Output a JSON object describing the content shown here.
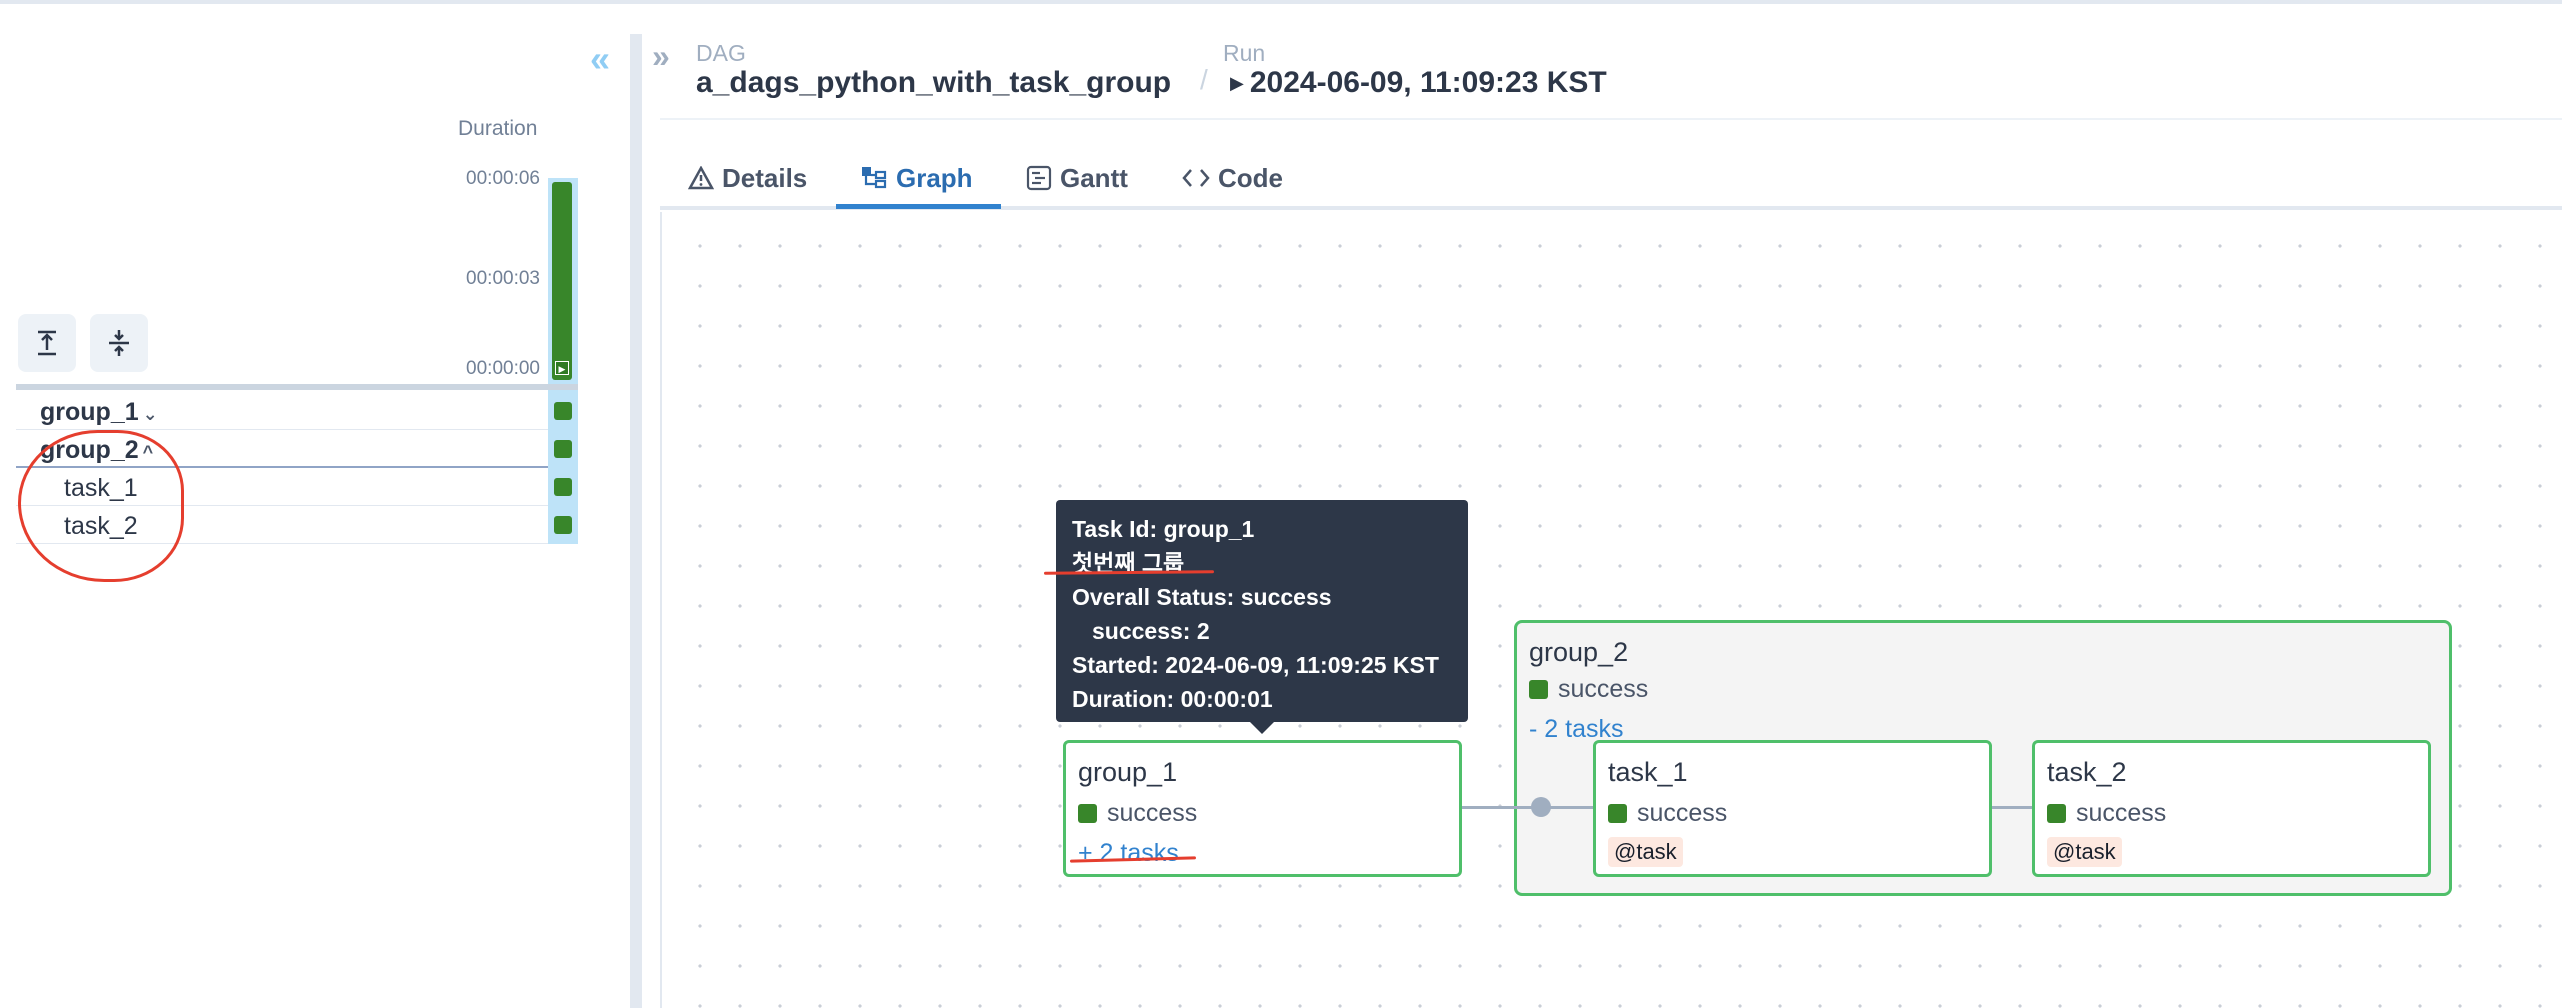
{
  "grid": {
    "duration_label": "Duration",
    "duration_ticks": [
      "00:00:06",
      "00:00:03",
      "00:00:00"
    ],
    "rows": [
      {
        "label": "group_1",
        "chevron": "⌄"
      },
      {
        "label": "group_2",
        "chevron": "^"
      },
      {
        "label": "task_1"
      },
      {
        "label": "task_2"
      }
    ]
  },
  "header": {
    "dag_label": "DAG",
    "dag_name": "a_dags_python_with_task_group",
    "separator": "/",
    "run_label": "Run",
    "run_name": "2024-06-09, 11:09:23 KST"
  },
  "tabs": [
    {
      "label": "Details",
      "icon": "warning-triangle-icon"
    },
    {
      "label": "Graph",
      "icon": "graph-icon",
      "active": true
    },
    {
      "label": "Gantt",
      "icon": "gantt-icon"
    },
    {
      "label": "Code",
      "icon": "code-icon"
    }
  ],
  "graph": {
    "group_1": {
      "title": "group_1",
      "status": "success",
      "link": "+ 2 tasks"
    },
    "group_2": {
      "title": "group_2",
      "status": "success",
      "link": "- 2 tasks"
    },
    "task_1": {
      "title": "task_1",
      "status": "success",
      "operator": "@task"
    },
    "task_2": {
      "title": "task_2",
      "status": "success",
      "operator": "@task"
    }
  },
  "tooltip": {
    "task_id": "Task Id: group_1",
    "description": "첫번째 그룹",
    "overall_status": "Overall Status: success",
    "success_count": "success: 2",
    "started": "Started: 2024-06-09, 11:09:25 KST",
    "duration": "Duration: 00:00:01"
  },
  "colors": {
    "success": "#38862a",
    "active_tab": "#2b6cb0",
    "annotation": "#e53e2e",
    "node_border": "#4fbf6a"
  }
}
